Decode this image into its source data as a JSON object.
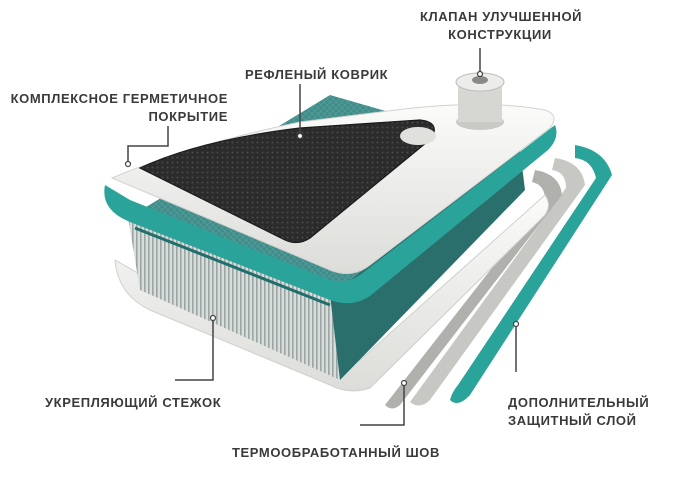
{
  "labels": {
    "valve": [
      "КЛАПАН УЛУЧШЕННОЙ",
      "КОНСТРУКЦИИ"
    ],
    "deck_pad": "РЕФЛЕНЫЙ КОВРИК",
    "coating": [
      "КОМПЛЕКСНОЕ ГЕРМЕТИЧНОЕ",
      "ПОКРЫТИЕ"
    ],
    "drop_stitch": "УКРЕПЛЯЮЩИЙ СТЕЖОК",
    "seam": "ТЕРМООБРАБОТАННЫЙ ШОВ",
    "extra_layer": [
      "ДОПОЛНИТЕЛЬНЫЙ",
      "ЗАЩИТНЫЙ СЛОЙ"
    ]
  },
  "colors": {
    "teal": "#2aa39a",
    "teal_dark": "#1f6f6c",
    "deck_mat": "#2b2b2b",
    "board_white": "#f2f2f0",
    "grey_layer": "#b9b9b6",
    "text": "#3a3a3a"
  },
  "icons": [
    "valve-icon",
    "deck-pad-icon",
    "drop-stitch-core-icon"
  ]
}
